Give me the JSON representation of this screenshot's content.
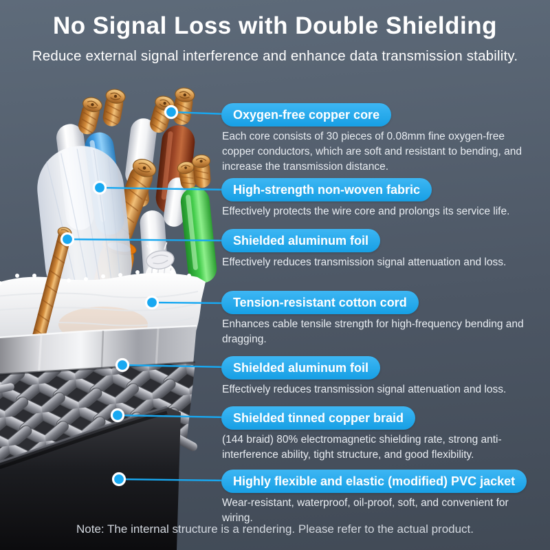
{
  "header": {
    "title": "No Signal Loss with Double Shielding",
    "subtitle": "Reduce external signal interference and enhance data transmission stability."
  },
  "callouts": [
    {
      "label": "Oxygen-free copper core",
      "description": "Each core consists of 30 pieces of 0.08mm fine oxygen-free copper conductors, which are soft and resistant to bending, and increase the transmission distance."
    },
    {
      "label": "High-strength non-woven fabric",
      "description": "Effectively protects the wire core and prolongs its service life."
    },
    {
      "label": "Shielded aluminum foil",
      "description": "Effectively reduces transmission signal attenuation and loss."
    },
    {
      "label": "Tension-resistant cotton cord",
      "description": "Enhances cable tensile strength for high-frequency bending and dragging."
    },
    {
      "label": "Shielded aluminum foil",
      "description": "Effectively reduces transmission signal attenuation and loss."
    },
    {
      "label": "Shielded tinned copper braid",
      "description": "(144 braid) 80% electromagnetic shielding rate, strong anti-interference ability, tight structure, and good flexibility."
    },
    {
      "label": "Highly flexible and elastic (modified) PVC jacket",
      "description": "Wear-resistant, waterproof, oil-proof, soft, and convenient for wiring."
    }
  ],
  "note": "Note: The internal structure is a rendering. Please refer to the actual product.",
  "illustration": {
    "name": "cable-cutaway-rendering",
    "layers": [
      "stranded copper core tips",
      "blue insulated core",
      "brown insulated core",
      "orange insulated core",
      "green insulated core",
      "white insulated cores",
      "non-woven fabric wrap",
      "copper drain wire",
      "tension-resistant cotton cord",
      "cotton wrap",
      "shielded aluminum foil",
      "shielded tinned copper braid",
      "black PVC outer jacket"
    ]
  },
  "colors": {
    "accent": "#18a8f1",
    "bg-top": "#5e6b7a",
    "bg-mid": "#4d5765",
    "bg-bottom": "#414a56",
    "text": "#ffffff",
    "description-text": "#e9edf2",
    "note-text": "#d4d9e0",
    "copper": "#c67b2e",
    "core-blue": "#3f9ce4",
    "core-brown": "#8b3a1e",
    "core-orange": "#f08c1e",
    "core-green": "#3ecc44"
  }
}
